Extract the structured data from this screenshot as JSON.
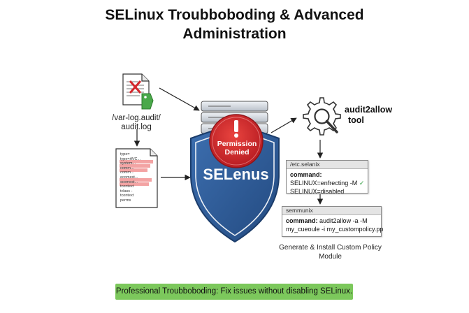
{
  "title": {
    "line1": "SELinux Troubboboding & Advanced",
    "line2": "Administration"
  },
  "log_file": {
    "path_line1": "/var-log.audit/",
    "path_line2": "audit.log",
    "lines": [
      "type=",
      "type=AVC...",
      "system...",
      "comm...",
      "comm...",
      "ecomest...",
      "scomest...",
      "tcontext",
      "tclass -",
      "tcontext",
      "perms"
    ]
  },
  "center": {
    "alert_label": "Permission\nDenied",
    "shield_label": "SELenus"
  },
  "tool": {
    "label_line1": "audit2allow",
    "label_line2": "tool"
  },
  "config_terminal": {
    "titlebar": "/etc.selanix",
    "heading": "command:",
    "line1": "SELINUX=enfrecting -M",
    "check": "✓",
    "line2": "SELINUX=disabled"
  },
  "module_terminal": {
    "titlebar": "semmunix",
    "heading": "command:",
    "line1": "audit2allow -a -M",
    "line2": "my_cueoule -i my_custompolicy.pp"
  },
  "module_caption": {
    "line1": "Generate & Install Custom Policy",
    "line2": "Module"
  },
  "banner": "Professional Troubboboding: Fix issues without disabling SELinux.",
  "colors": {
    "shield_blue": "#2f5d9a",
    "alert_red": "#d4262b",
    "banner_green": "#7cc85c",
    "highlight_red": "#f3a3a3",
    "check_green": "#2f9e3f"
  }
}
